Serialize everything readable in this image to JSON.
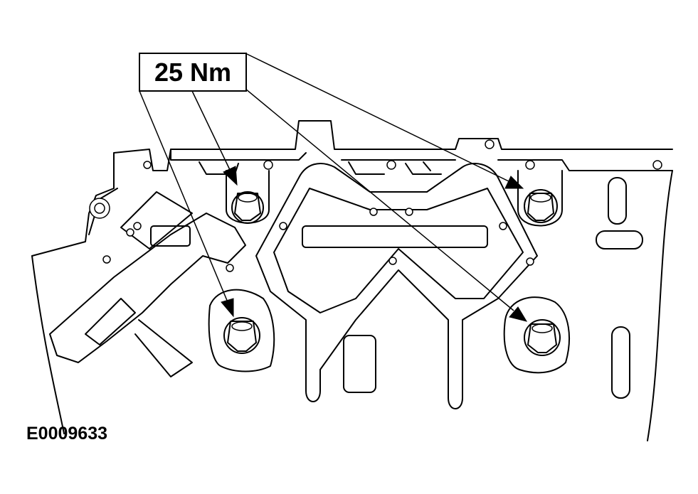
{
  "torque_callout": {
    "label": "25 Nm"
  },
  "figure_id": "E0009633",
  "bolts": [
    {
      "id": "bolt-upper-left"
    },
    {
      "id": "bolt-upper-right"
    },
    {
      "id": "bolt-lower-left"
    },
    {
      "id": "bolt-lower-right"
    }
  ]
}
